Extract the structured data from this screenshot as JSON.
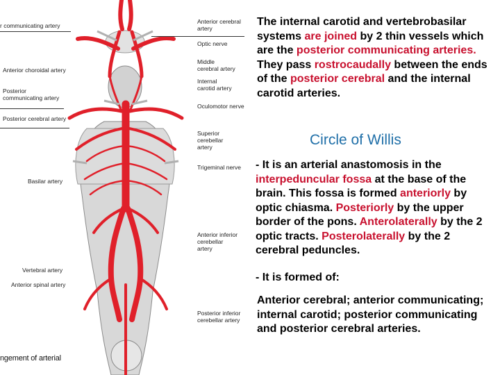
{
  "figure": {
    "labels": {
      "ant_communicating": "r communicating artery",
      "ant_cerebral": "Anterior cerebral artery",
      "optic_nerve": "Optic nerve",
      "middle_cerebral": "Middle cerebral artery",
      "internal_carotid": "Internal carotid artery",
      "ant_choroidal": "Anterior choroidal artery",
      "post_communicating": "Posterior communicating artery",
      "oculomotor": "Oculomotor nerve",
      "post_cerebral": "Posterior cerebral artery",
      "sup_cerebellar": "Superior cerebellar artery",
      "trigeminal": "Trigeminal nerve",
      "basilar": "Basilar artery",
      "ant_inf_cerebellar": "Anterior inferior cerebellar artery",
      "vertebral": "Vertebral artery",
      "ant_spinal": "Anterior spinal artery",
      "post_inf_cerebellar": "Posterior inferior cerebellar artery"
    },
    "caption": "ngement of arterial",
    "colors": {
      "artery": "#e0202a",
      "tissue": "#cfcfcf",
      "outline": "#8a8a8a"
    }
  },
  "intro": {
    "p1": "The internal carotid and vertebrobasilar systems ",
    "r1": "are joined",
    "p2": " by 2 thin vessels which are the ",
    "r2": "posterior communicating arteries.",
    "p3": " They pass ",
    "r3": "rostrocaudally",
    "p4": " between the ends of the ",
    "r4": "posterior cerebral",
    "p5": " and the internal carotid arteries."
  },
  "heading": "Circle of Willis",
  "willis": {
    "p1": "- It is an arterial anastomosis in the ",
    "r1": "interpeduncular fossa",
    "p2": " at the base of the brain. This fossa is formed ",
    "r2": "anteriorly",
    "p3": " by optic chiasma. ",
    "r3": "Posteriorly",
    "p4": " by the upper border of the pons. ",
    "r4": "Anterolaterally",
    "p5": " by the 2 optic tracts. ",
    "r5": "Posterolaterally",
    "p6": " by the 2 cerebral peduncles."
  },
  "formed": "- It is formed of:",
  "list": " Anterior cerebral; anterior communicating; internal carotid; posterior communicating and posterior cerebral arteries.",
  "colors": {
    "highlight": "#c8102e",
    "heading": "#1f6fa8",
    "text": "#000000"
  }
}
